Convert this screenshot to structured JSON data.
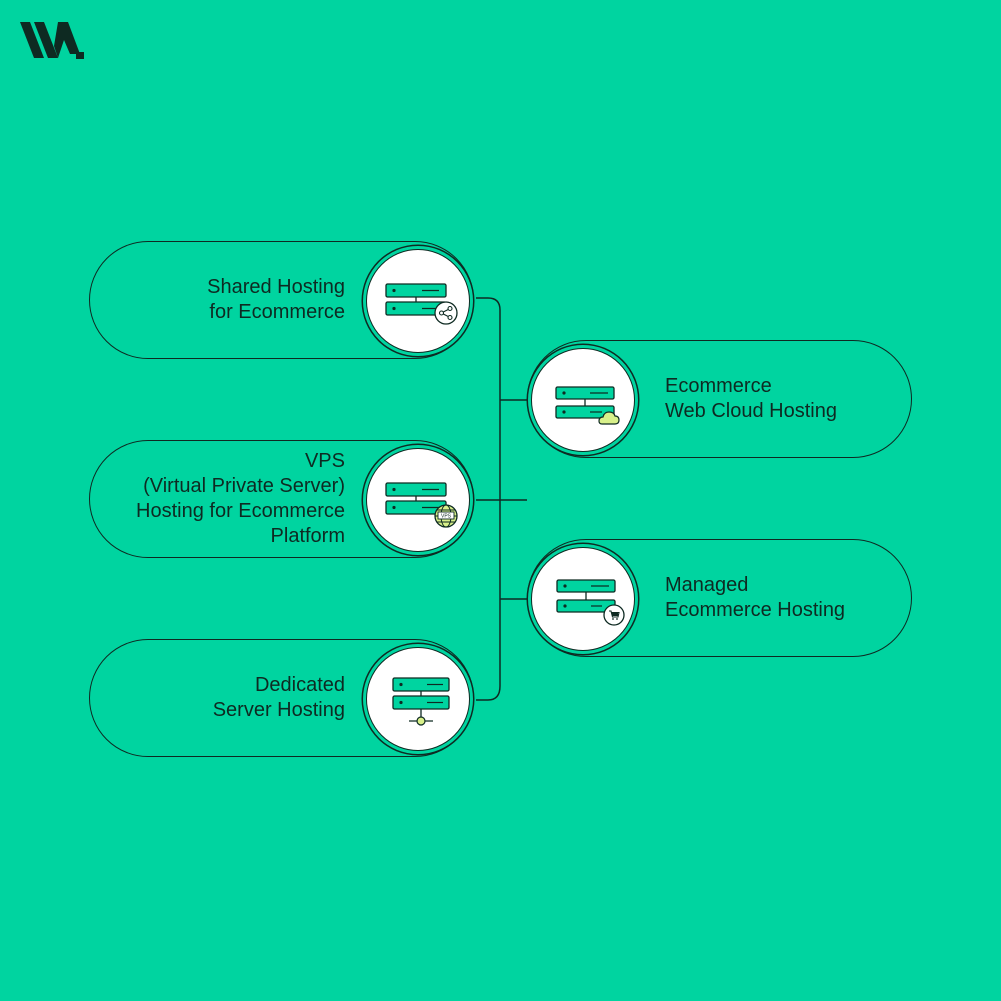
{
  "colors": {
    "background": "#00d4a0",
    "stroke": "#0e2a22",
    "server": "#00d4a0",
    "accent": "#d8f08a"
  },
  "logo": {
    "icon": "brand-logo-w"
  },
  "nodes": {
    "shared": {
      "lines": [
        "Shared Hosting",
        "for Ecommerce"
      ],
      "icon": "server-share-icon"
    },
    "vps": {
      "lines": [
        "VPS",
        "(Virtual Private Server)",
        "Hosting for Ecommerce",
        "Platform"
      ],
      "icon": "server-vps-globe-icon"
    },
    "dedicated": {
      "lines": [
        "Dedicated",
        "Server Hosting"
      ],
      "icon": "server-dedicated-icon"
    },
    "cloud": {
      "lines": [
        "Ecommerce",
        "Web Cloud Hosting"
      ],
      "icon": "server-cloud-icon"
    },
    "managed": {
      "lines": [
        "Managed",
        "Ecommerce Hosting"
      ],
      "icon": "server-cart-icon"
    }
  }
}
